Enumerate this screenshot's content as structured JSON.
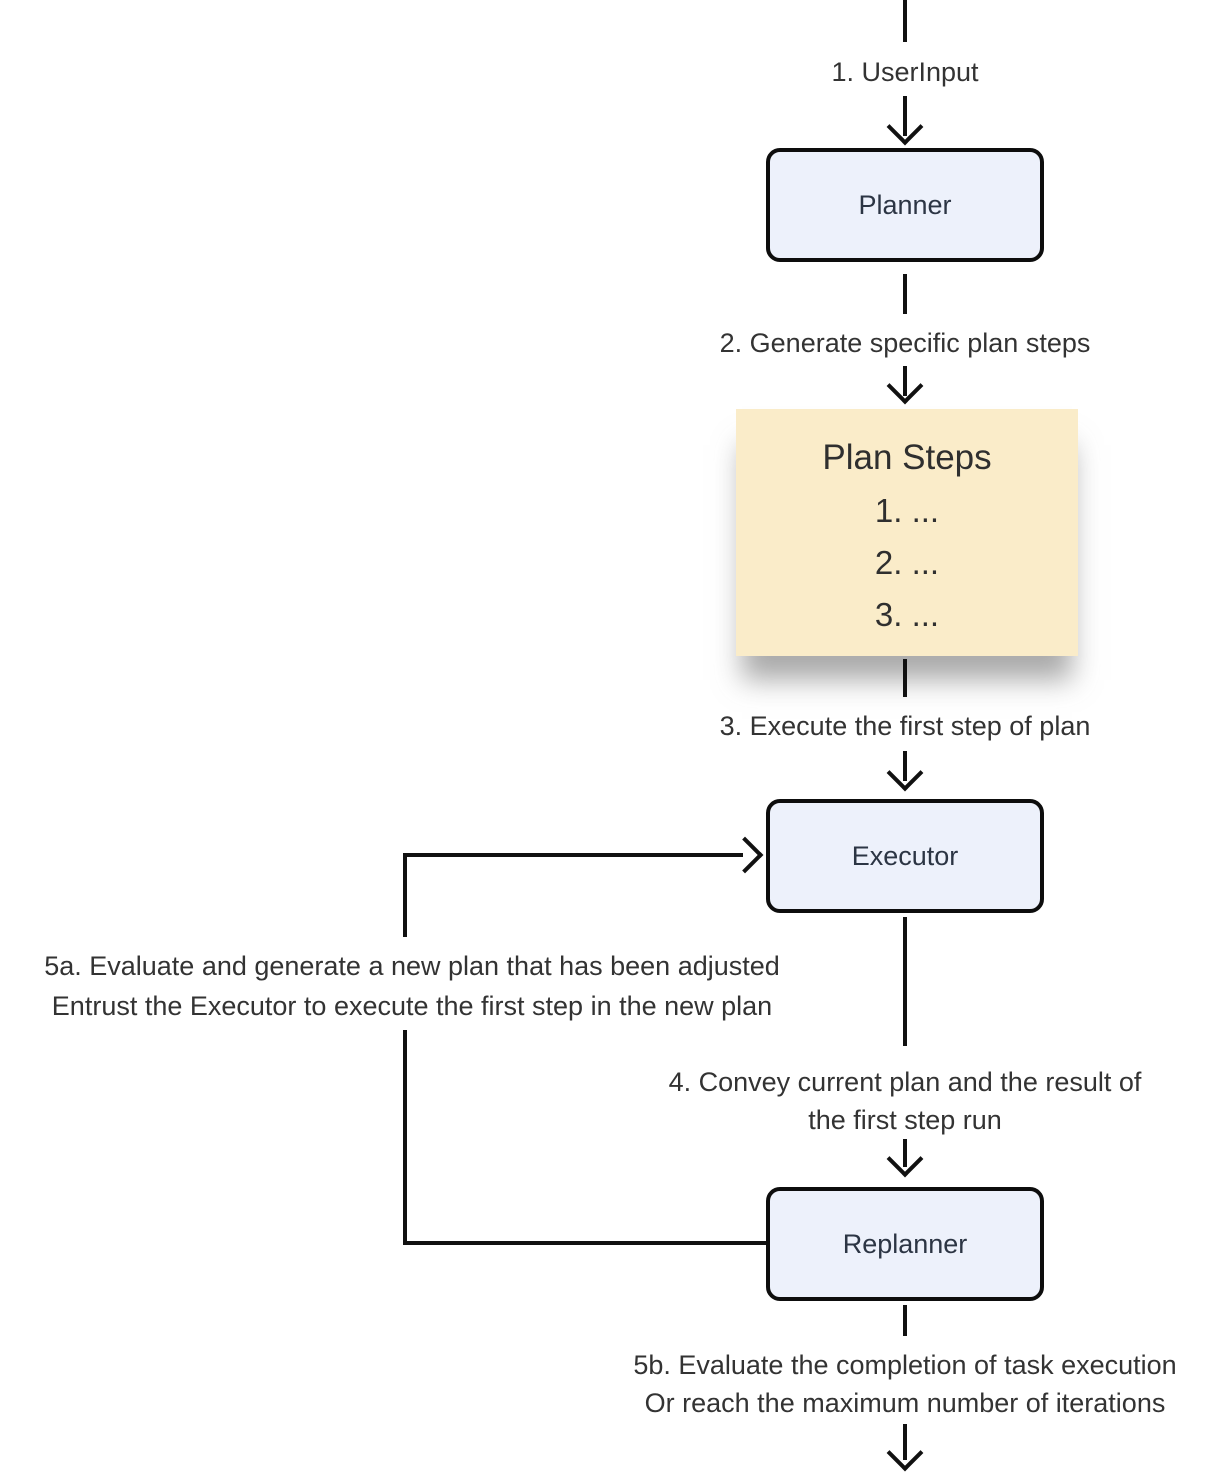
{
  "colors": {
    "node_fill": "#edf1fb",
    "node_border": "#0d0d0d",
    "note_fill": "#faecc9",
    "line": "#111111",
    "node_text": "#2c3544",
    "label_text": "#333333",
    "note_text": "#2f2f2f"
  },
  "nodes": {
    "planner": {
      "label": "Planner"
    },
    "executor": {
      "label": "Executor"
    },
    "replanner": {
      "label": "Replanner"
    },
    "plan_steps": {
      "title": "Plan Steps",
      "items": [
        "1. ...",
        "2. ...",
        "3. ..."
      ]
    }
  },
  "edge_labels": {
    "step1": "1. UserInput",
    "step2": "2. Generate specific plan steps",
    "step3": "3. Execute the first step of plan",
    "step4": [
      "4. Convey current plan and the result of",
      "the first step run"
    ],
    "step5a": [
      "5a. Evaluate and generate a new plan that has been adjusted",
      "Entrust the Executor to execute the first step in the new plan"
    ],
    "step5b": [
      "5b. Evaluate the completion of task execution",
      "Or reach the maximum number of iterations"
    ]
  }
}
